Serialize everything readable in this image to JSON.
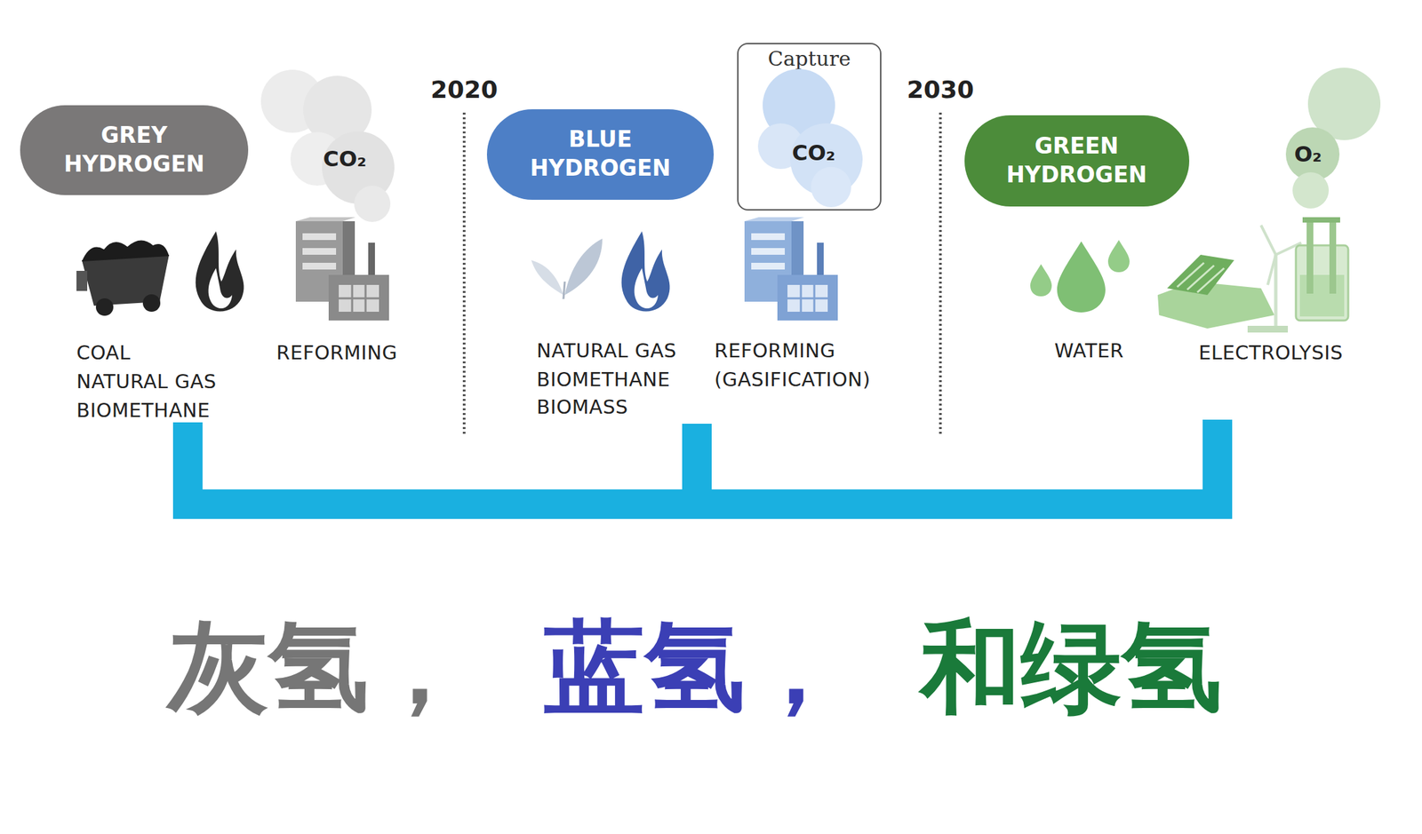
{
  "diagram": {
    "nodes": [
      {
        "text": [
          "GREY HYDROGEN"
        ]
      },
      {
        "text": [
          "CO₂"
        ]
      },
      {
        "text": [
          "BLUE HYDROGEN"
        ]
      },
      {
        "text": [
          "Capture"
        ]
      },
      {
        "text": [
          "CO₂"
        ],
        "in": 3
      },
      {
        "text": [
          "GREEN HYDROGEN"
        ]
      },
      {
        "text": [
          "O₂"
        ]
      }
    ],
    "labels": [
      "2020",
      "2030",
      "COAL",
      "NATURAL GAS",
      "BIOMETHANE",
      "REFORMING",
      "NATURAL GAS",
      "BIOMETHANE",
      "BIOMASS",
      "REFORMING",
      "(GASIFICATION)",
      "WATER",
      "ELECTROLYSIS",
      "灰氢，",
      "蓝氢，",
      "和绿氢"
    ]
  }
}
